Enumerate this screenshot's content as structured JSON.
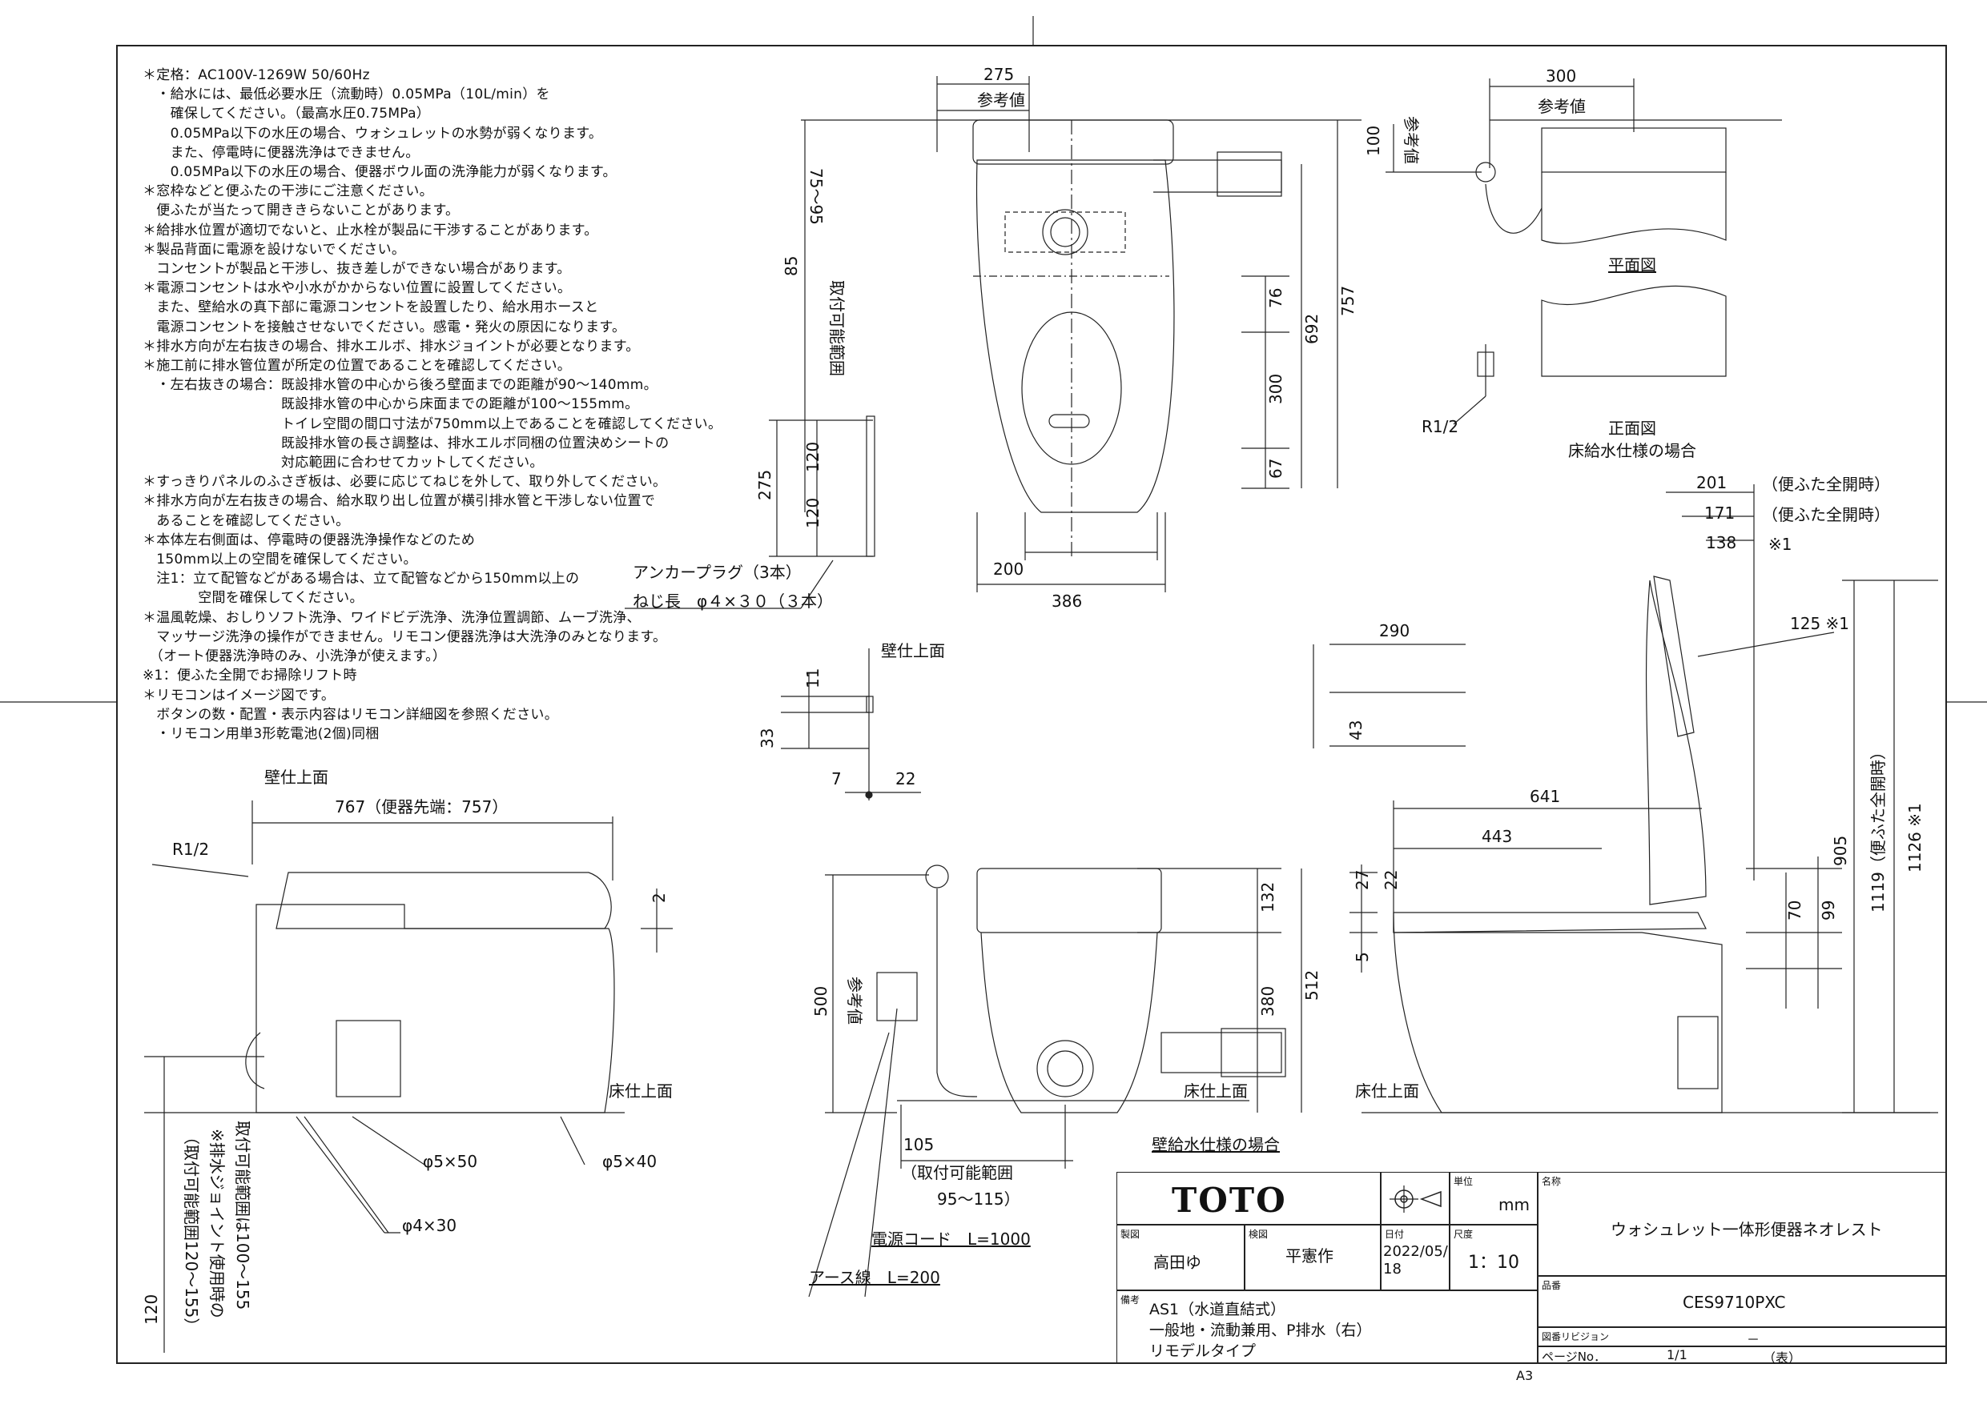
{
  "notes": [
    "＊定格：AC100V-1269W 50/60Hz",
    "　・給水には、最低必要水圧（流動時）0.05MPa（10L/min）を",
    "　　確保してください。（最高水圧0.75MPa）",
    "　　0.05MPa以下の水圧の場合、ウォシュレットの水勢が弱くなります。",
    "　　また、停電時に便器洗浄はできません。",
    "　　0.05MPa以下の水圧の場合、便器ボウル面の洗浄能力が弱くなります。",
    "＊窓枠などと便ふたの干渉にご注意ください。",
    "　便ふたが当たって開ききらないことがあります。",
    "＊給排水位置が適切でないと、止水栓が製品に干渉することがあります。",
    "＊製品背面に電源を設けないでください。",
    "　コンセントが製品と干渉し、抜き差しができない場合があります。",
    "＊電源コンセントは水や小水がかからない位置に設置してください。",
    "　また、壁給水の真下部に電源コンセントを設置したり、給水用ホースと",
    "　電源コンセントを接触させないでください。感電・発火の原因になります。",
    "＊排水方向が左右抜きの場合、排水エルボ、排水ジョイントが必要となります。",
    "＊施工前に排水管位置が所定の位置であることを確認してください。",
    "　・左右抜きの場合：既設排水管の中心から後ろ壁面までの距離が90～140mm。",
    "　　　　　　　　　　既設排水管の中心から床面までの距離が100～155mm。",
    "　　　　　　　　　　トイレ空間の間口寸法が750mm以上であることを確認してください。",
    "　　　　　　　　　　既設排水管の長さ調整は、排水エルボ同梱の位置決めシートの",
    "　　　　　　　　　　対応範囲に合わせてカットしてください。",
    "＊すっきりパネルのふさぎ板は、必要に応じてねじを外して、取り外してください。",
    "＊排水方向が左右抜きの場合、給水取り出し位置が横引排水管と干渉しない位置で",
    "　あることを確認してください。",
    "＊本体左右側面は、停電時の便器洗浄操作などのため",
    "　150mm以上の空間を確保してください。",
    "　注1：立て配管などがある場合は、立て配管などから150mm以上の",
    "　　　　空間を確保してください。",
    "＊温風乾燥、おしりソフト洗浄、ワイドビデ洗浄、洗浄位置調節、ムーブ洗浄、",
    "　マッサージ洗浄の操作ができません。リモコン便器洗浄は大洗浄のみとなります。",
    "　（オート便器洗浄時のみ、小洗浄が使えます。）",
    "※1：便ふた全開でお掃除リフト時",
    "＊リモコンはイメージ図です。",
    "　ボタンの数・配置・表示内容はリモコン詳細図を参照ください。",
    "　・リモコン用単3形乾電池(2個)同梱"
  ],
  "plan_view": {
    "dim_275": "275",
    "ref_1": "参考値",
    "dim_85": "85",
    "range_label": "取付可能範囲",
    "range_value": "75～95",
    "dim_757": "757",
    "dim_692": "692",
    "dim_76": "76",
    "dim_300": "300",
    "dim_67": "67",
    "dim_200": "200",
    "dim_386": "386",
    "dim_275b": "275",
    "dim_120a": "120",
    "dim_120b": "120",
    "anchor_1": "アンカープラグ（3本）",
    "anchor_2": "ねじ長　φ４×３０（３本）"
  },
  "top_right": {
    "dim_300": "300",
    "ref": "参考値",
    "dim_100": "100",
    "ref_v": "参考値",
    "plan_label": "平面図",
    "front_label": "正面図",
    "floor_supply": "床給水仕様の場合",
    "r12": "R1/2"
  },
  "wall_detail": {
    "wall_top": "壁仕上面",
    "dim_11": "11",
    "dim_33": "33",
    "dim_7": "7",
    "dim_22": "22"
  },
  "left_side": {
    "wall_top": "壁仕上面",
    "dim_767": "767（便器先端：757）",
    "r12": "R1/2",
    "dim_2": "2",
    "floor": "床仕上面",
    "phi5x50": "φ5×50",
    "phi5x40": "φ5×40",
    "phi4x30": "φ4×30",
    "range_v1": "（取付可能範囲120～155）",
    "range_v2": "※排水ジョイント使用時の",
    "range_v3": "取付可能範囲は100～155",
    "dim_120": "120"
  },
  "front_view": {
    "dim_500": "500",
    "ref": "参考値",
    "dim_132": "132",
    "dim_380": "380",
    "dim_512": "512",
    "floor": "床仕上面",
    "wall_supply": "壁給水仕様の場合",
    "dim_105": "105",
    "range_label": "（取付可能範囲",
    "range_value": "95～115）",
    "power_cord": "電源コード　L=1000",
    "earth": "アース線　L=200"
  },
  "right_side": {
    "dim_290": "290",
    "dim_43": "43",
    "dim_201": "201",
    "dim_171": "171",
    "dim_138": "138",
    "note_open_1": "（便ふた全開時）",
    "note_open_2": "（便ふた全開時）",
    "star1": "※1",
    "dim_125": "125 ※1",
    "dim_641": "641",
    "dim_443": "443",
    "dim_27": "27",
    "dim_22": "22",
    "dim_5": "5",
    "dim_70": "70",
    "dim_99": "99",
    "dim_905": "905",
    "dim_1119": "1119（便ふた全開時）",
    "dim_1126": "1126 ※1",
    "floor": "床仕上面"
  },
  "title_block": {
    "logo": "TOTO",
    "unit_label": "単位",
    "unit": "mm",
    "name_label": "名称",
    "name": "ウォシュレット一体形便器ネオレスト",
    "drawn_label": "製図",
    "drawn": "高田ゆ",
    "check_label": "検図",
    "check": "平憲作",
    "date_label": "日付",
    "date": "2022/05/18",
    "scale_label": "尺度",
    "scale": "1：10",
    "part_label": "品番",
    "part": "CES9710PXC",
    "remarks_label": "備考",
    "remarks_1": "AS1（水道直結式）",
    "remarks_2": "一般地・流動兼用、P排水（右）",
    "remarks_3": "リモデルタイプ",
    "revision_label": "図番リビジョン",
    "revision": "－",
    "page_label": "ページNo．",
    "page": "1/1",
    "page_note": "（表）",
    "paper": "A3"
  }
}
